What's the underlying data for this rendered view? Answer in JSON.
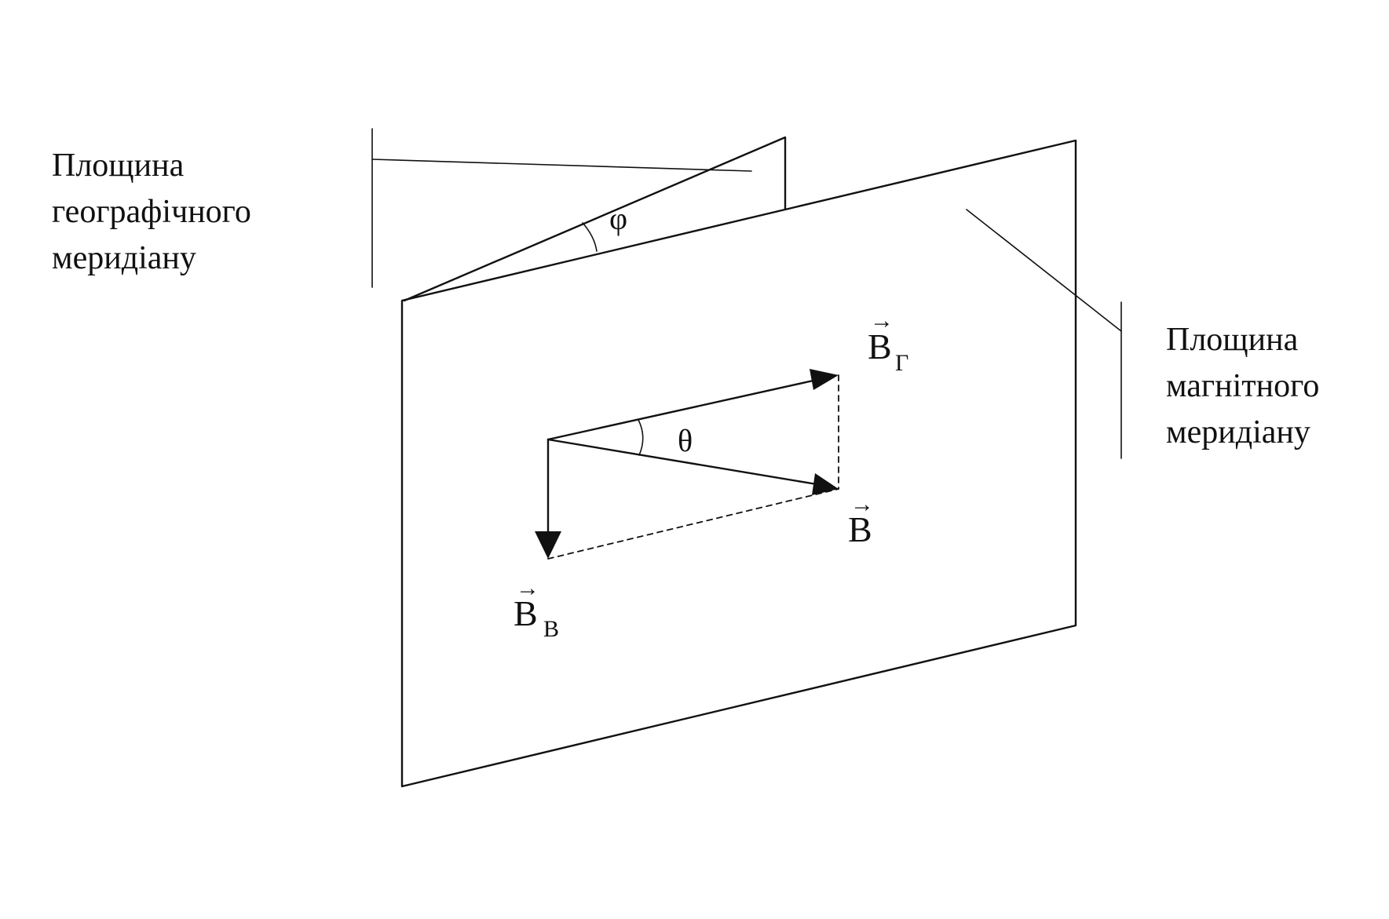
{
  "labels": {
    "geo_plane": [
      "Площина",
      "географічного",
      "меридіану"
    ],
    "mag_plane": [
      "Площина",
      "магнітного",
      "меридіану"
    ]
  },
  "vectors": {
    "bg": {
      "symbol": "B",
      "sub": "Г",
      "arrow": "→"
    },
    "b": {
      "symbol": "B",
      "arrow": "→"
    },
    "bv": {
      "symbol": "B",
      "sub": "В",
      "arrow": "→"
    }
  },
  "angles": {
    "phi": "φ",
    "theta": "θ"
  },
  "colors": {
    "ink": "#111111",
    "background": "#ffffff"
  }
}
